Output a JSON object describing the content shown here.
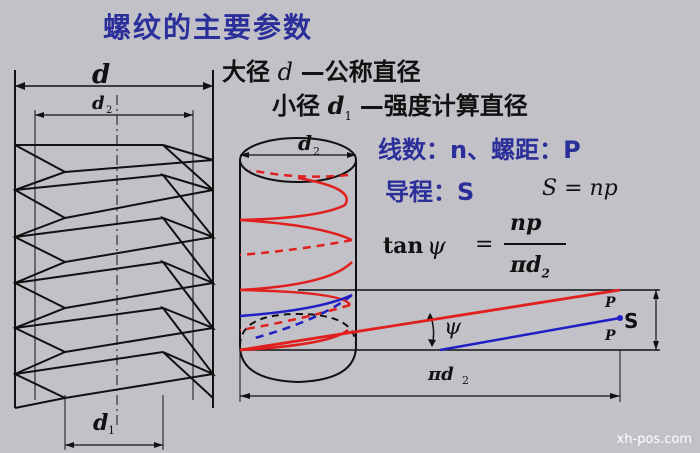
{
  "title": "螺纹的主要参数",
  "major_dia": {
    "label": "大径",
    "symbol": "d",
    "desc": "—公称直径"
  },
  "minor_dia": {
    "label": "小径",
    "symbol": "d",
    "sub": "1",
    "desc": "—强度计算直径"
  },
  "threads": {
    "text": "线数：n、螺距：P"
  },
  "lead": {
    "text": "导程：S",
    "formula": "S = np"
  },
  "tan_formula": {
    "tan": "tan",
    "psi": "ψ",
    "eq": "=",
    "num": "np",
    "den": "πd",
    "den_sub": "2"
  },
  "left_fig": {
    "d": "d",
    "d2": "d",
    "d2_sub": "2",
    "d1": "d",
    "d1_sub": "1"
  },
  "cyl_fig": {
    "d2": "d",
    "d2_sub": "2",
    "psi": "ψ",
    "pid2": "πd",
    "pid2_sub": "2",
    "P_top": "P",
    "P_bot": "P",
    "S": "S"
  },
  "watermark": "xh-pos.com",
  "colors": {
    "title": "#2b2f9a",
    "helix": "#e0201e",
    "blue": "#1f1fc4",
    "bg": "#c2c1c7"
  }
}
